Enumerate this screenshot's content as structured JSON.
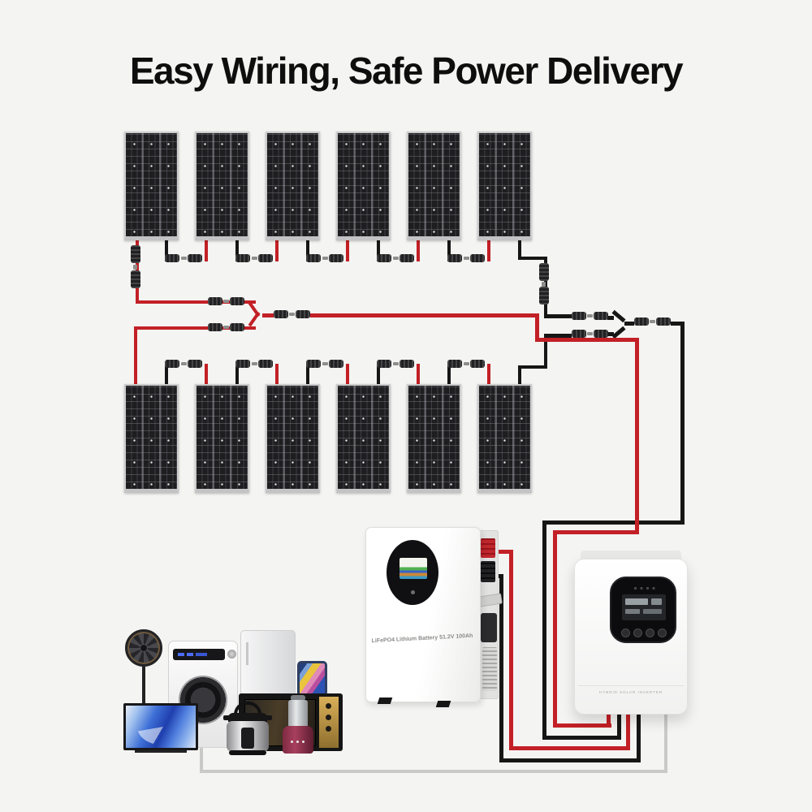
{
  "title": {
    "text": "Easy Wiring, Safe Power Delivery"
  },
  "colors": {
    "background": "#f4f4f2",
    "title": "#0e0e0e",
    "wire_positive": "#c22026",
    "wire_negative": "#161616",
    "wire_ac": "#c9c9c8",
    "panel_cell": "#1e1e21",
    "panel_frame": "#cbcbcb"
  },
  "solar_array": {
    "rows": 2,
    "panels_per_row": 6,
    "total_panels": 12
  },
  "battery": {
    "label": "LiFePO4 Lithium Battery 51.2V 100Ah"
  },
  "inverter": {
    "small_print": "HYBRID SOLAR INVERTER"
  },
  "appliances": {
    "items": [
      "standing-fan",
      "flat-screen-tv",
      "washing-machine",
      "refrigerator",
      "tablet",
      "microwave-oven",
      "pressure-cooker",
      "blender"
    ]
  }
}
